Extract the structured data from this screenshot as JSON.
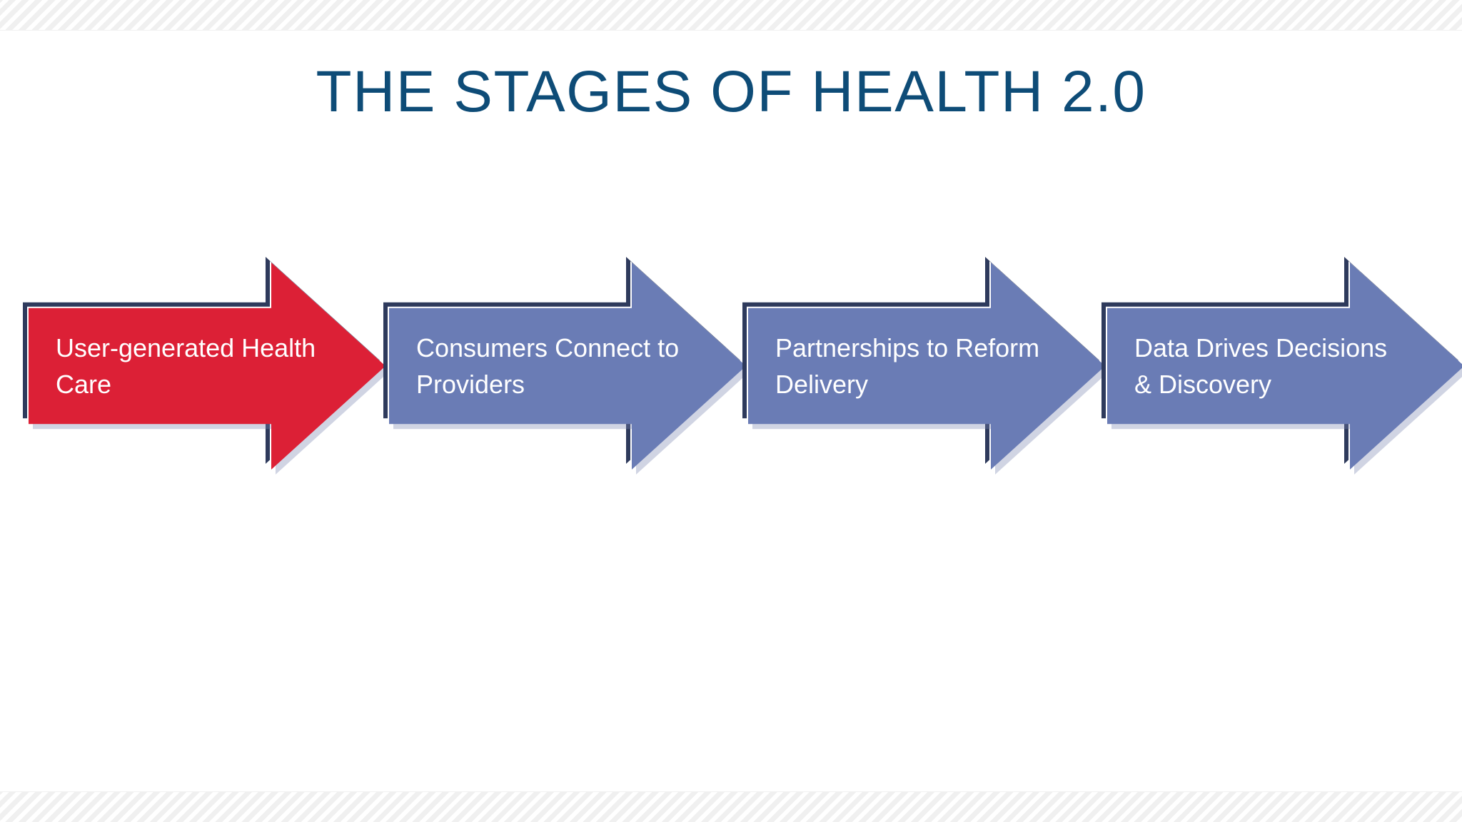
{
  "slide": {
    "title": "THE STAGES OF HEALTH 2.0",
    "title_color": "#0E4C77",
    "background_color": "#FFFFFF",
    "decor": {
      "top_band": "diagonal-hatch-band",
      "bottom_band": "diagonal-hatch-band",
      "hatch_color": "#F0F0F0"
    }
  },
  "diagram": {
    "type": "process-arrows",
    "direction": "left-to-right",
    "outline_color": "#2E3A5C",
    "stages": [
      {
        "index": 1,
        "label": "User-generated Health Care",
        "line1": "User-generated Health",
        "line2": "Care",
        "fill_color": "#DC2036",
        "highlighted": true,
        "icon": "right-arrow-icon"
      },
      {
        "index": 2,
        "label": "Consumers Connect to Providers",
        "line1": "Consumers Connect to",
        "line2": "Providers",
        "fill_color": "#6A7CB5",
        "highlighted": false,
        "icon": "right-arrow-icon"
      },
      {
        "index": 3,
        "label": "Partnerships to Reform Delivery",
        "line1": "Partnerships to Reform",
        "line2": "Delivery",
        "fill_color": "#6A7CB5",
        "highlighted": false,
        "icon": "right-arrow-icon"
      },
      {
        "index": 4,
        "label": "Data Drives Decisions & Discovery",
        "line1": "Data Drives Decisions",
        "line2": "& Discovery",
        "fill_color": "#6A7CB5",
        "highlighted": false,
        "icon": "right-arrow-icon"
      }
    ]
  }
}
